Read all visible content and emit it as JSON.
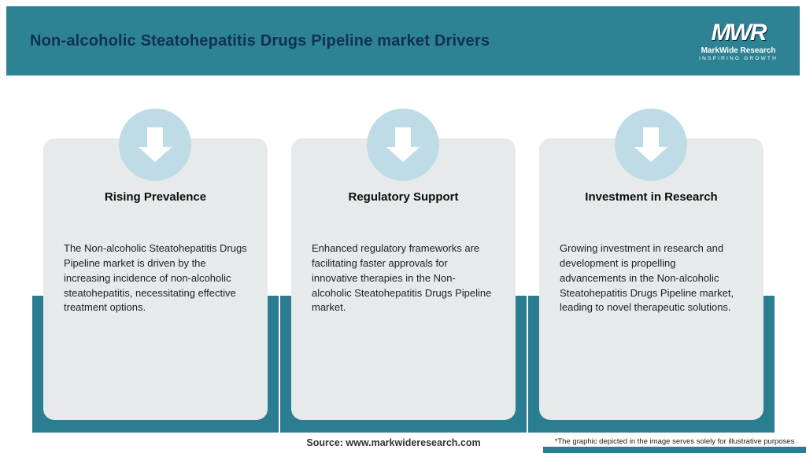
{
  "header": {
    "title": "Non-alcoholic Steatohepatitis Drugs Pipeline market Drivers",
    "logo": {
      "acronym": "MWR",
      "name": "MarkWide Research",
      "tagline": "Inspiring Growth"
    }
  },
  "cards": [
    {
      "title": "Rising Prevalence",
      "body": "The Non-alcoholic Steatohepatitis Drugs Pipeline market is driven by the increasing incidence of non-alcoholic steatohepatitis, necessitating effective treatment options."
    },
    {
      "title": "Regulatory Support",
      "body": "Enhanced regulatory frameworks are facilitating faster approvals for innovative therapies in the Non-alcoholic Steatohepatitis Drugs Pipeline market."
    },
    {
      "title": "Investment in Research",
      "body": "Growing investment in research and development is propelling advancements in the Non-alcoholic Steatohepatitis Drugs Pipeline market, leading to novel therapeutic solutions."
    }
  ],
  "footer": {
    "source": "Source: www.markwideresearch.com",
    "disclaimer": "*The graphic depicted in the image serves solely for illustrative purposes"
  },
  "colors": {
    "header_teal": "#2D8294",
    "shadow_teal": "#2B7D92",
    "circle_blue": "#BFDCE6",
    "card_gray": "#E6EAEB",
    "title_navy": "#12314E"
  }
}
